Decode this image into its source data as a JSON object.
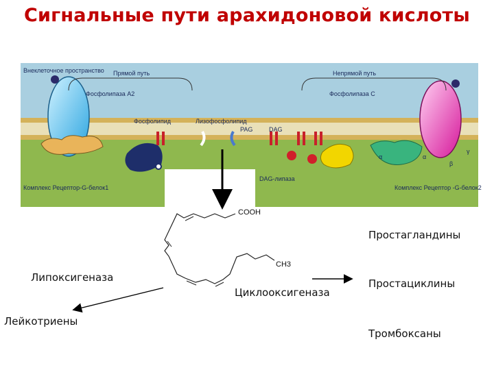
{
  "title": "Сигнальные пути арахидоновой кислоты",
  "figure": {
    "extracellular": "Внеклеточное пространство",
    "direct_path": "Прямой путь",
    "indirect_path": "Непрямой путь",
    "phospholipase_a2": "Фосфолипаза A2",
    "phospholipase_c": "Фосфолипаза C",
    "phospholipid": "Фосфолипид",
    "lysophospholipid": "Лизофосфолипид",
    "pag": "PAG",
    "dag": "DAG",
    "dag_lipase": "DAG-липаза",
    "complex_left": "Комплекс Рецептор-G-белок1",
    "complex_right": "Комплекс Рецептор -G-белок2",
    "alpha": "α",
    "beta": "β",
    "gamma": "γ"
  },
  "molecule": {
    "cooh": "COOH",
    "ch3": "CH3"
  },
  "labels": {
    "lipoxygenase": "Липоксигеназа",
    "leukotrienes": "Лейкотриены",
    "cyclooxygenase": "Циклооксигеназа",
    "prostaglandins": "Простагландины",
    "prostacyclins": "Простациклины",
    "thromboxanes": "Тромбоксаны"
  },
  "colors": {
    "title": "#c00000",
    "sky": "#a9cfe0",
    "membrane_head": "#d4b25a",
    "cytoplasm": "#8fb84e"
  }
}
